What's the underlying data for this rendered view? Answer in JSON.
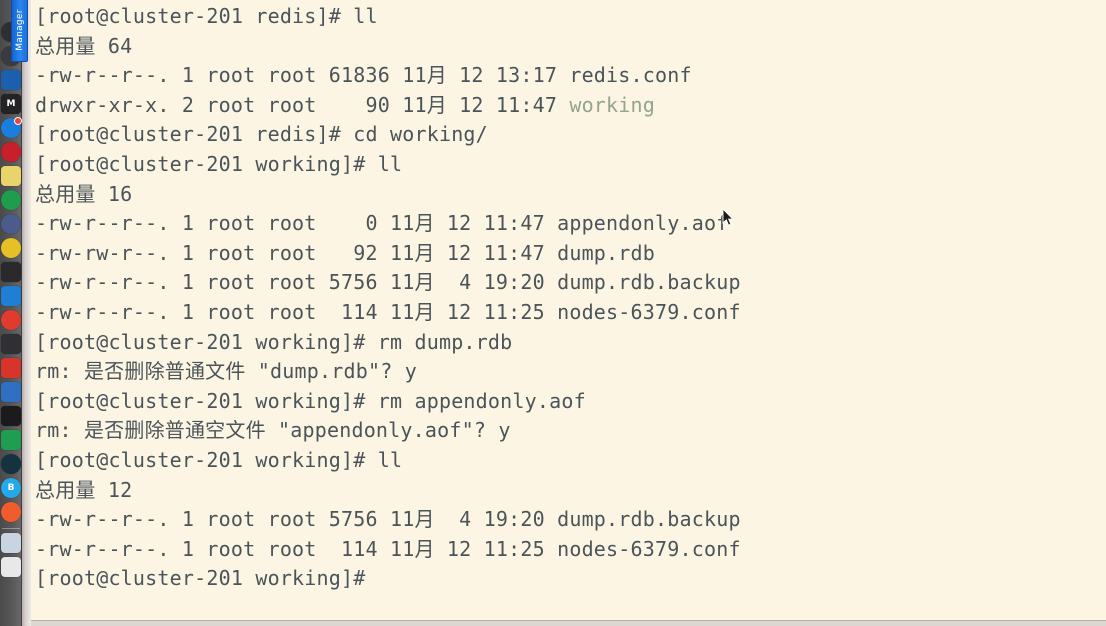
{
  "window": {
    "manager_tab_label": "Manager",
    "terminal_bg": "#fdf5e4",
    "terminal_fg": "#4a5459",
    "dir_color": "#93a48f",
    "tab_color": "#1f6fd8"
  },
  "dock": {
    "items": [
      {
        "name": "dock-icon-finder-dark",
        "color": "#2f2f33",
        "shape": "round",
        "glyph": "",
        "badge": false
      },
      {
        "name": "dock-icon-compass",
        "color": "#3a3a40",
        "shape": "round",
        "glyph": "",
        "badge": false
      },
      {
        "name": "dock-icon-blue-app",
        "color": "#1b5fae",
        "shape": "square",
        "glyph": "",
        "badge": false
      },
      {
        "name": "dock-icon-dark-m",
        "color": "#232326",
        "shape": "square",
        "glyph": "M",
        "badge": false
      },
      {
        "name": "dock-icon-messenger",
        "color": "#1b7ddc",
        "shape": "round",
        "glyph": "",
        "badge": true
      },
      {
        "name": "dock-icon-red-app",
        "color": "#c8202a",
        "shape": "round",
        "glyph": "",
        "badge": false
      },
      {
        "name": "dock-icon-sticky-note",
        "color": "#e8d46a",
        "shape": "square",
        "glyph": "",
        "badge": false
      },
      {
        "name": "dock-icon-green-round",
        "color": "#1f9d4e",
        "shape": "round",
        "glyph": "",
        "badge": false
      },
      {
        "name": "dock-icon-photos",
        "color": "#4a5b8c",
        "shape": "round",
        "glyph": "",
        "badge": false
      },
      {
        "name": "dock-icon-yellow-round",
        "color": "#e6c125",
        "shape": "round",
        "glyph": "",
        "badge": false
      },
      {
        "name": "dock-icon-terminal-dark",
        "color": "#2a2a2c",
        "shape": "square",
        "glyph": "",
        "badge": false
      },
      {
        "name": "dock-icon-blue-square",
        "color": "#1f7fd4",
        "shape": "square",
        "glyph": "",
        "badge": false
      },
      {
        "name": "dock-icon-chrome",
        "color": "#e03b2e",
        "shape": "round",
        "glyph": "",
        "badge": false
      },
      {
        "name": "dock-icon-dark-square",
        "color": "#303034",
        "shape": "square",
        "glyph": "",
        "badge": false
      },
      {
        "name": "dock-icon-red-square",
        "color": "#d8342c",
        "shape": "square",
        "glyph": "",
        "badge": false
      },
      {
        "name": "dock-icon-blue-white",
        "color": "#2f6fc4",
        "shape": "square",
        "glyph": "",
        "badge": false
      },
      {
        "name": "dock-icon-black-square",
        "color": "#1b1b1d",
        "shape": "square",
        "glyph": "",
        "badge": false
      },
      {
        "name": "dock-icon-green-square",
        "color": "#1f9e52",
        "shape": "square",
        "glyph": "",
        "badge": false
      },
      {
        "name": "dock-icon-dark-teal-round",
        "color": "#14323f",
        "shape": "round",
        "glyph": "",
        "badge": false
      },
      {
        "name": "dock-icon-bilibili",
        "color": "#23a8e8",
        "shape": "round",
        "glyph": "B",
        "badge": false
      },
      {
        "name": "dock-icon-orange-round",
        "color": "#f05c2e",
        "shape": "round",
        "glyph": "",
        "badge": false
      },
      {
        "name": "dock-icon-screenshot-thumb",
        "color": "#c8d4e2",
        "shape": "square",
        "glyph": "",
        "badge": false
      },
      {
        "name": "dock-icon-trash",
        "color": "#e8e8e8",
        "shape": "square",
        "glyph": "",
        "badge": false
      }
    ]
  },
  "terminal": {
    "lines": [
      {
        "segments": [
          {
            "text": "[root@cluster-201 redis]# ll",
            "kind": "text"
          }
        ]
      },
      {
        "segments": [
          {
            "text": "总用量 64",
            "kind": "text"
          }
        ]
      },
      {
        "segments": [
          {
            "text": "-rw-r--r--. 1 root root 61836 11月 12 13:17 redis.conf",
            "kind": "text"
          }
        ]
      },
      {
        "segments": [
          {
            "text": "drwxr-xr-x. 2 root root    90 11月 12 11:47 ",
            "kind": "text"
          },
          {
            "text": "working",
            "kind": "dir"
          }
        ]
      },
      {
        "segments": [
          {
            "text": "[root@cluster-201 redis]# cd working/",
            "kind": "text"
          }
        ]
      },
      {
        "segments": [
          {
            "text": "[root@cluster-201 working]# ll",
            "kind": "text"
          }
        ]
      },
      {
        "segments": [
          {
            "text": "总用量 16",
            "kind": "text"
          }
        ]
      },
      {
        "segments": [
          {
            "text": "-rw-r--r--. 1 root root    0 11月 12 11:47 appendonly.aof",
            "kind": "text"
          }
        ]
      },
      {
        "segments": [
          {
            "text": "-rw-rw-r--. 1 root root   92 11月 12 11:47 dump.rdb",
            "kind": "text"
          }
        ]
      },
      {
        "segments": [
          {
            "text": "-rw-r--r--. 1 root root 5756 11月  4 19:20 dump.rdb.backup",
            "kind": "text"
          }
        ]
      },
      {
        "segments": [
          {
            "text": "-rw-r--r--. 1 root root  114 11月 12 11:25 nodes-6379.conf",
            "kind": "text"
          }
        ]
      },
      {
        "segments": [
          {
            "text": "[root@cluster-201 working]# rm dump.rdb",
            "kind": "text"
          }
        ]
      },
      {
        "segments": [
          {
            "text": "rm: 是否删除普通文件 \"dump.rdb\"? y",
            "kind": "text"
          }
        ]
      },
      {
        "segments": [
          {
            "text": "[root@cluster-201 working]# rm appendonly.aof",
            "kind": "text"
          }
        ]
      },
      {
        "segments": [
          {
            "text": "rm: 是否删除普通空文件 \"appendonly.aof\"? y",
            "kind": "text"
          }
        ]
      },
      {
        "segments": [
          {
            "text": "[root@cluster-201 working]# ll",
            "kind": "text"
          }
        ]
      },
      {
        "segments": [
          {
            "text": "总用量 12",
            "kind": "text"
          }
        ]
      },
      {
        "segments": [
          {
            "text": "-rw-r--r--. 1 root root 5756 11月  4 19:20 dump.rdb.backup",
            "kind": "text"
          }
        ]
      },
      {
        "segments": [
          {
            "text": "-rw-r--r--. 1 root root  114 11月 12 11:25 nodes-6379.conf",
            "kind": "text"
          }
        ]
      },
      {
        "segments": [
          {
            "text": "[root@cluster-201 working]# ",
            "kind": "text"
          }
        ]
      }
    ]
  }
}
